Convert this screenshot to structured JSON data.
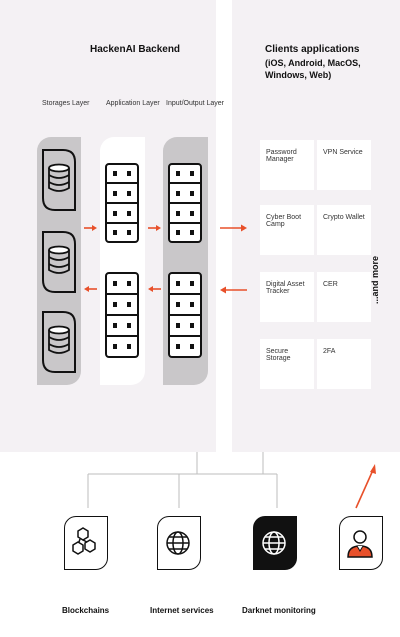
{
  "backend": {
    "title": "HackenAI Backend",
    "layers": [
      "Storages Layer",
      "Application Layer",
      "Input/Output Layer"
    ]
  },
  "clients": {
    "title_line1": "Clients applications",
    "title_line2": "(iOS, Android, MacOS, Windows, Web)",
    "apps": [
      "Password Manager",
      "VPN Service",
      "Cyber Boot Camp",
      "Crypto Wallet",
      "Digital Asset Tracker",
      "CER",
      "Secure Storage",
      "2FA"
    ],
    "more": "...and more"
  },
  "sources": [
    {
      "label": "Blockchains",
      "icon": "blockchain-cubes-icon"
    },
    {
      "label": "Internet services",
      "icon": "globe-icon"
    },
    {
      "label": "Darknet monitoring",
      "icon": "dark-globe-icon"
    },
    {
      "label": "",
      "icon": "user-icon"
    }
  ],
  "colors": {
    "accent": "#e8502a",
    "panel": "#f4f1f4",
    "column_grey": "#c9c7c9"
  }
}
